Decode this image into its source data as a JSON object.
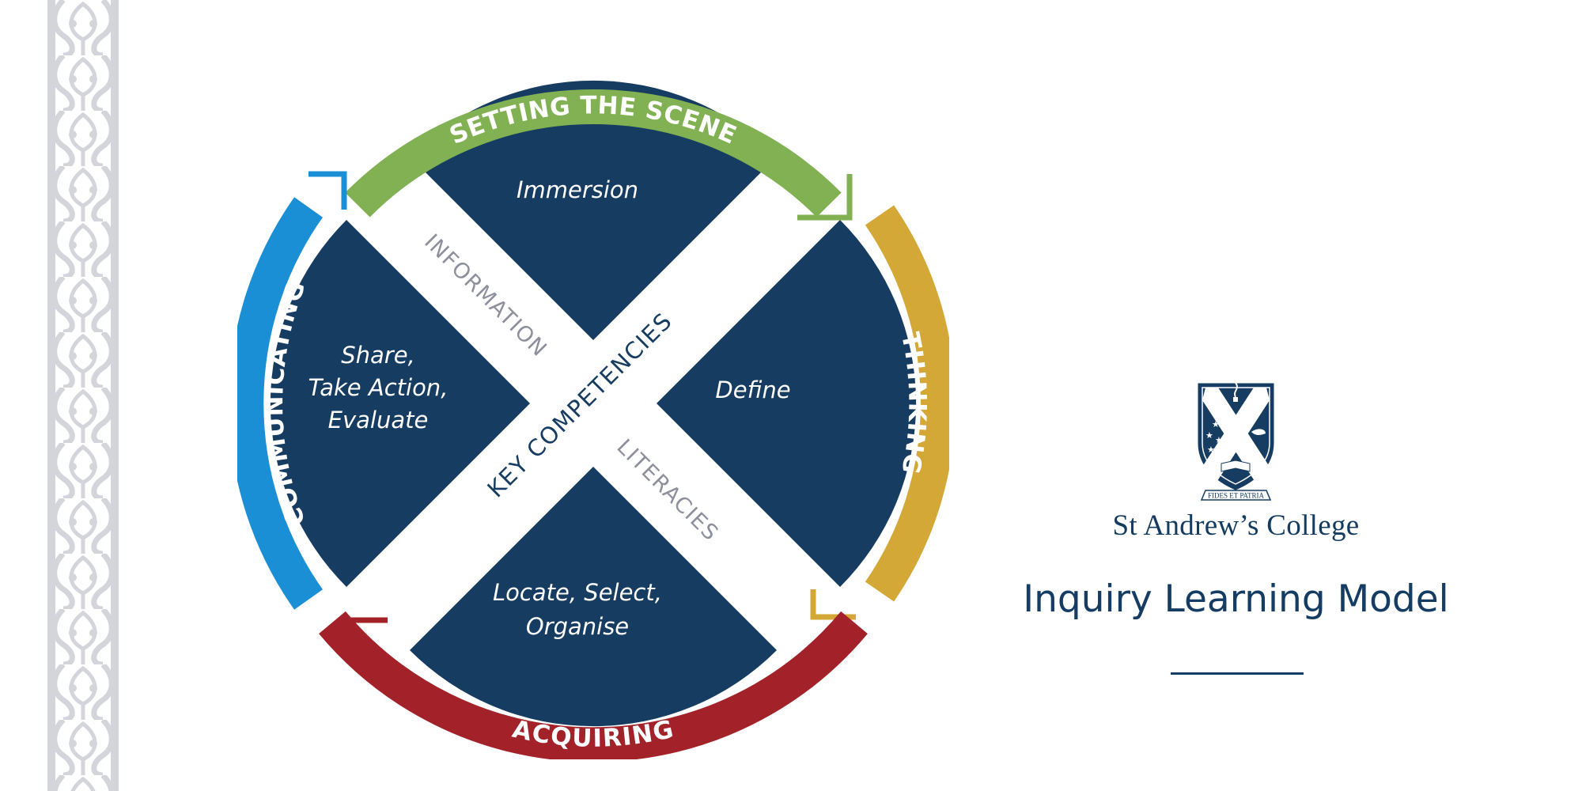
{
  "stages": {
    "setting_the_scene": "SETTING THE SCENE",
    "thinking": "THINKING",
    "acquiring": "ACQUIRING",
    "communicating": "COMMUNICATING"
  },
  "segments": {
    "top": "Immersion",
    "right": "Define",
    "bottom_line1": "Locate, Select,",
    "bottom_line2": "Organise",
    "left_line1": "Share,",
    "left_line2": "Take Action,",
    "left_line3": "Evaluate"
  },
  "cross_labels": {
    "information": "INFORMATION",
    "key_competencies": "KEY COMPETENCIES",
    "literacies": "LITERACIES"
  },
  "crest": {
    "motto": "FIDES ET PATRIA"
  },
  "college_name": "St Andrew’s College",
  "model_title": "Inquiry Learning Model",
  "colors": {
    "navy": "#173c61",
    "green": "#82b153",
    "gold": "#d4a836",
    "red": "#a3222a",
    "blue": "#1b8fd6",
    "gray_text": "#8d8f9c",
    "pattern_gray": "#d4d5db"
  }
}
